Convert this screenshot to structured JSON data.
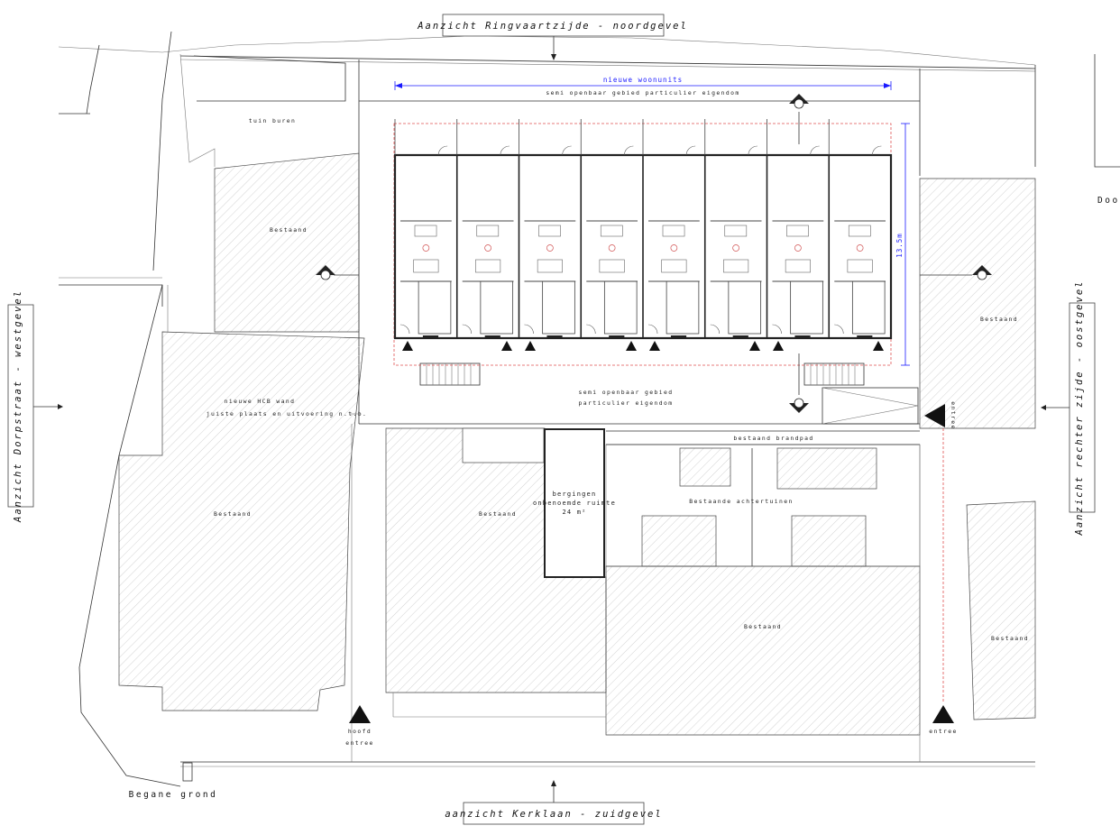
{
  "elevations": {
    "north": "Aanzicht Ringvaartzijde - noordgevel",
    "south": "aanzicht Kerklaan - zuidgevel",
    "west": "Aanzicht Dorpstraat - westgevel",
    "east": "Aanzicht rechter zijde - oostgevel"
  },
  "labels": {
    "new_units": "nieuwe woonunits",
    "semi_public_north": "semi openbaar gebied particulier eigendom",
    "garden_neighbours": "tuin buren",
    "existing": "Bestaand",
    "hcb_wall_1": "nieuwe HCB wand",
    "hcb_wall_2": "juiste plaats en uitvoering n.t.b.",
    "semi_public_south_1": "semi openbaar gebied",
    "semi_public_south_2": "particulier eigendom",
    "fire_path": "bestaand brandpad",
    "storage_1": "bergingen",
    "storage_2": "onbenoemde ruimte",
    "storage_area": "24 m²",
    "back_gardens": "Bestaande achtertuinen",
    "main_entrance_1": "hoofd",
    "main_entrance_2": "entree",
    "entrance": "entree",
    "ground_floor": "Begane grond",
    "dimension": "13.5m",
    "door_cut": "Door"
  },
  "colors": {
    "line": "#333333",
    "dimension": "#1a1aff",
    "boundary": "#e05050"
  },
  "units": {
    "count": 8
  }
}
